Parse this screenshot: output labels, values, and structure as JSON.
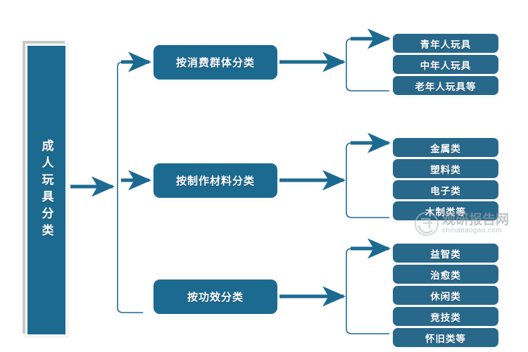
{
  "diagram": {
    "title": "成人玩具分类",
    "root": {
      "label": "成人玩具分类"
    },
    "colors": {
      "node_fill": "#1d6a91",
      "leaf_fill": "#28688a",
      "connector": "#1d6a91",
      "text": "#ffffff",
      "background": "#ffffff",
      "watermark": "#9aa3a8"
    },
    "branches": [
      {
        "label": "按消费群体分类",
        "leaves": [
          {
            "label": "青年人玩具"
          },
          {
            "label": "中年人玩具"
          },
          {
            "label": "老年人玩具等"
          }
        ]
      },
      {
        "label": "按制作材料分类",
        "leaves": [
          {
            "label": "金属类"
          },
          {
            "label": "塑料类"
          },
          {
            "label": "电子类"
          },
          {
            "label": "木制类等"
          }
        ]
      },
      {
        "label": "按功效分类",
        "leaves": [
          {
            "label": "益智类"
          },
          {
            "label": "治愈类"
          },
          {
            "label": "休闲类"
          },
          {
            "label": "竞技类"
          },
          {
            "label": "怀旧类等"
          }
        ]
      }
    ]
  },
  "watermark": {
    "cn": "观研报告网",
    "en": "chinabaogao.com"
  }
}
